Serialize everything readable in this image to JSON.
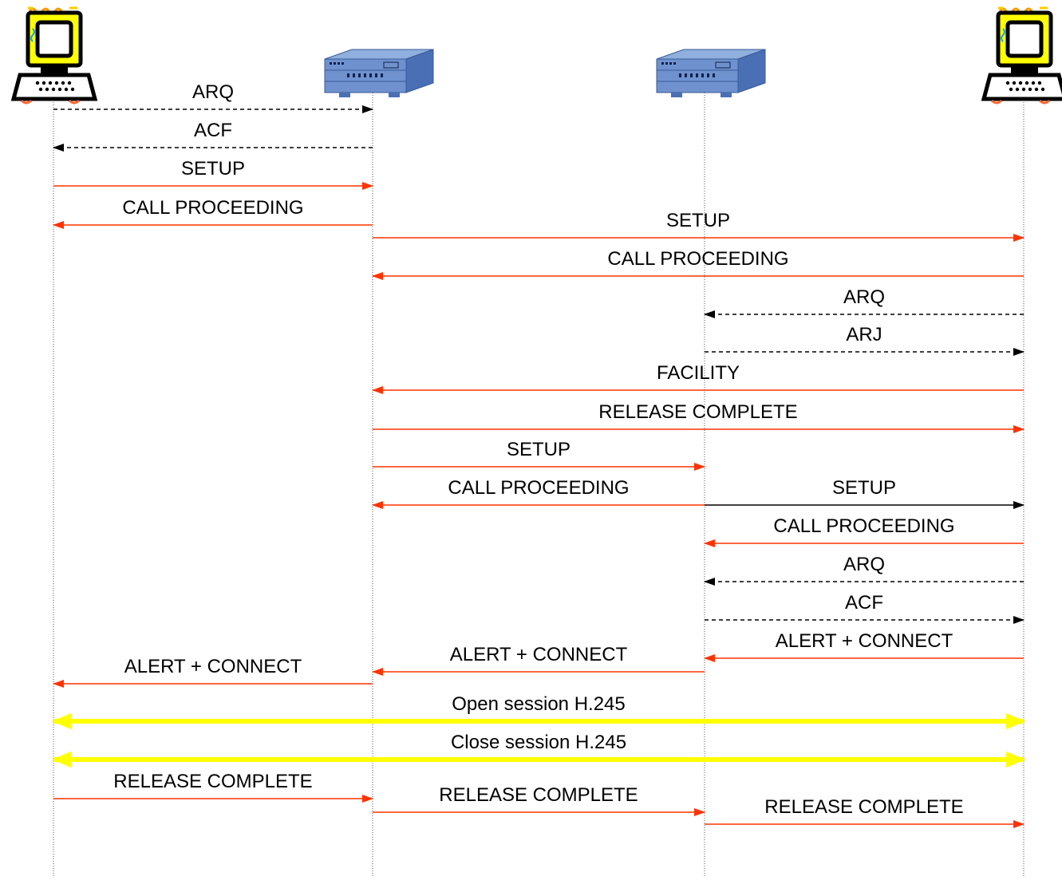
{
  "colors": {
    "red": "#ff3300",
    "black": "#000000",
    "yellow": "#ffff00",
    "lifeline": "#555555",
    "switch_top": "#8fb0de",
    "switch_side": "#4a6fb5"
  },
  "entities": [
    {
      "id": "terminal-a",
      "kind": "terminal",
      "icon": "computer-terminal-icon"
    },
    {
      "id": "gateway-1",
      "kind": "switch",
      "icon": "network-switch-icon"
    },
    {
      "id": "gateway-2",
      "kind": "switch",
      "icon": "network-switch-icon"
    },
    {
      "id": "terminal-b",
      "kind": "terminal",
      "icon": "computer-terminal-icon"
    }
  ],
  "messages": [
    {
      "label": "ARQ",
      "from": 0,
      "to": 1,
      "style": "dashed-black"
    },
    {
      "label": "ACF",
      "from": 1,
      "to": 0,
      "style": "dashed-black"
    },
    {
      "label": "SETUP",
      "from": 0,
      "to": 1,
      "style": "red"
    },
    {
      "label": "CALL PROCEEDING",
      "from": 1,
      "to": 0,
      "style": "red"
    },
    {
      "label": "SETUP",
      "from": 1,
      "to": 3,
      "style": "red"
    },
    {
      "label": "CALL PROCEEDING",
      "from": 3,
      "to": 1,
      "style": "red"
    },
    {
      "label": "ARQ",
      "from": 3,
      "to": 2,
      "style": "dashed-black"
    },
    {
      "label": "ARJ",
      "from": 2,
      "to": 3,
      "style": "dashed-black"
    },
    {
      "label": "FACILITY",
      "from": 3,
      "to": 1,
      "style": "red"
    },
    {
      "label": "RELEASE COMPLETE",
      "from": 1,
      "to": 3,
      "style": "red"
    },
    {
      "label": "SETUP",
      "from": 1,
      "to": 2,
      "style": "red"
    },
    {
      "label": "CALL PROCEEDING",
      "from": 2,
      "to": 1,
      "style": "red"
    },
    {
      "label": "SETUP",
      "from": 2,
      "to": 3,
      "style": "black"
    },
    {
      "label": "CALL PROCEEDING",
      "from": 3,
      "to": 2,
      "style": "red"
    },
    {
      "label": "ARQ",
      "from": 3,
      "to": 2,
      "style": "dashed-black"
    },
    {
      "label": "ACF",
      "from": 2,
      "to": 3,
      "style": "dashed-black"
    },
    {
      "label": "ALERT + CONNECT",
      "from": 3,
      "to": 2,
      "style": "red"
    },
    {
      "label": "ALERT + CONNECT",
      "from": 2,
      "to": 1,
      "style": "red"
    },
    {
      "label": "ALERT + CONNECT",
      "from": 1,
      "to": 0,
      "style": "red"
    },
    {
      "label": "Open session H.245",
      "from": 0,
      "to": 3,
      "style": "yellow-double"
    },
    {
      "label": "Close session H.245",
      "from": 0,
      "to": 3,
      "style": "yellow-double"
    },
    {
      "label": "RELEASE COMPLETE",
      "from": 0,
      "to": 1,
      "style": "red"
    },
    {
      "label": "RELEASE COMPLETE",
      "from": 1,
      "to": 2,
      "style": "red"
    },
    {
      "label": "RELEASE COMPLETE",
      "from": 2,
      "to": 3,
      "style": "red"
    }
  ]
}
